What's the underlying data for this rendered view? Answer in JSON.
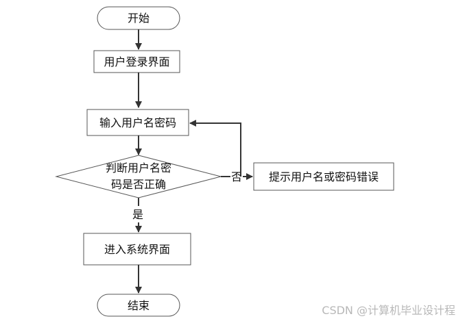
{
  "nodes": {
    "start": "开始",
    "login_page": "用户登录界面",
    "input_credentials": "输入用户名密码",
    "decision_line1": "判断用户名密",
    "decision_line2": "码是否正确",
    "error_prompt": "提示用户名或密码错误",
    "enter_system": "进入系统界面",
    "end": "结束"
  },
  "edges": {
    "no_label": "否",
    "yes_label": "是"
  },
  "watermark": "CSDN @计算机毕业设计程",
  "colors": {
    "stroke": "#555555",
    "arrow": "#333333",
    "watermark": "#b8b8b8"
  }
}
